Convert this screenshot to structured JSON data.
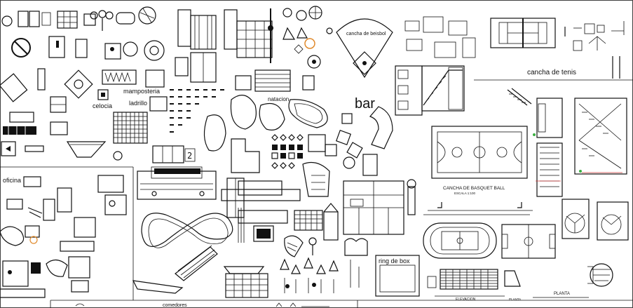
{
  "labels": {
    "mamposteria": "mamposteria",
    "celocia": "celocia",
    "ladrillo": "ladrillo",
    "natacion": "natacion",
    "bar": "bar",
    "oficina": "oficina",
    "cancha_beisbol": "cancha de beisbol",
    "cancha_tenis": "cancha de tenis",
    "cancha_basquet": "CANCHA DE BASQUET BALL",
    "cancha_basquet_sub": "ESCALA 1:100",
    "ring_box": "ring de box",
    "comedores": "comedores",
    "elevacion": "ELEVACION",
    "planta": "PLANTA",
    "planta_small": "PLANTA"
  },
  "colors": {
    "ink": "#111111",
    "accent_orange": "#e08a2c",
    "accent_green": "#3cb043",
    "accent_red": "#d23c3c"
  }
}
